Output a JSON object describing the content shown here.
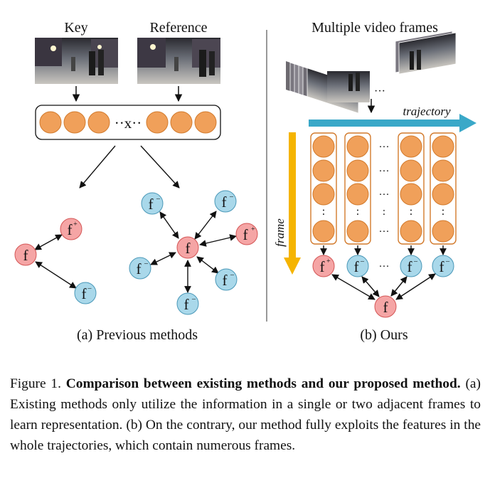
{
  "figure": {
    "panel_a": {
      "key_label": "Key",
      "reference_label": "Reference",
      "op_symbol": "··x··",
      "caption": "(a) Previous methods",
      "node_f": "f",
      "node_f_plus": "f+",
      "node_f_minus": "f-"
    },
    "panel_b": {
      "title": "Multiple video frames",
      "ellipsis": "···",
      "trajectory_label": "trajectory",
      "frame_label": "frame",
      "col_dots": ":",
      "row_dots": "···",
      "caption": "(b) Ours"
    },
    "colors": {
      "feature_orange": "#f0a05a",
      "feature_border": "#d27a2c",
      "pos_red": "#f5a5a5",
      "neg_blue": "#a9d8ea",
      "trajectory_blue": "#3aa8c8",
      "frame_orange": "#f5b400"
    }
  },
  "caption": {
    "label": "Figure 1.",
    "bold": "Comparison between existing methods and our proposed method.",
    "text": "(a) Existing methods only utilize the information in a single or two adjacent frames to learn representation. (b) On the contrary, our method fully exploits the features in the whole trajectories, which contain numerous frames."
  }
}
